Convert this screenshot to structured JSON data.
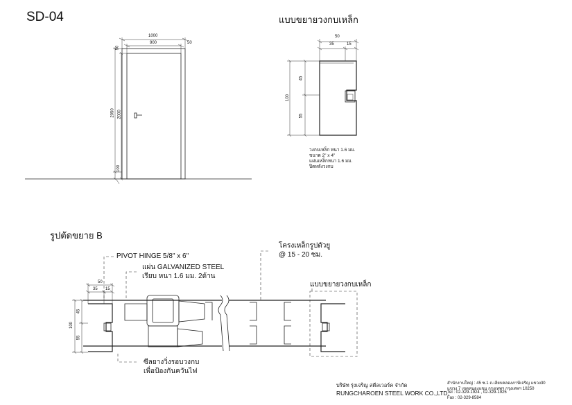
{
  "sheet_id": "SD-04",
  "detail_frame": {
    "title": "แบบขยายวงกบเหล็ก",
    "dims": {
      "overall": "50",
      "part_a": "35",
      "part_b": "15",
      "height": "100",
      "upper": "45",
      "lower": "55"
    },
    "notes": [
      "วงกบเหล็ก หนา 1.6 มม.",
      "ขนาด 2\" x 4\"",
      "แผ่นเหล็กหนา 1.6 มม.",
      "ปิดหลังวงกบ"
    ]
  },
  "elevation": {
    "dims": {
      "frame_width": "1000",
      "leaf_width": "900",
      "side_left": "50",
      "side_right": "50",
      "overall_height": "2050",
      "leaf_height": "2000",
      "bottom": "100"
    }
  },
  "section": {
    "title": "รูปตัดขยาย B",
    "callouts": {
      "pivot_hinge": "PIVOT HINGE 5/8\" x 6\"",
      "sheet_line1": "แผ่น GALVANIZED STEEL",
      "sheet_line2": "เรียบ หนา 1.6 มม. 2ด้าน",
      "stiffener_line1": "โครงเหล็กรูปตัวยู",
      "stiffener_line2": "@ 15 - 20 ซม.",
      "frame_detail": "แบบขยายวงกบเหล็ก",
      "rubber_line1": "ซีลยางวิ่งรอบวงกบ",
      "rubber_line2": "เพื่อป้องกันควันไฟ"
    },
    "dims": {
      "overall": "50",
      "part_a": "35",
      "part_b": "15",
      "height": "100",
      "upper": "45",
      "lower": "55"
    }
  },
  "title_block": {
    "company_th": "บริษัท รุ่งเจริญ สตีลเวอร์ค จำกัด",
    "company_en": "RUNGCHAROEN STEEL WORK CO.,LTD.",
    "address_line1": "สำนักงานใหญ่ : 45 ซ.1 ถ.เลียบคลองภาษีเจริญ แขวง30",
    "address_line2": "แขวง 7 เขตหนองแขม กรุงเทพฯ กรุงเทพฯ 10250",
    "tel": "Tel : 02-329-1924 , 02-329-1925",
    "fax": "Fax : 02-329-8584"
  }
}
